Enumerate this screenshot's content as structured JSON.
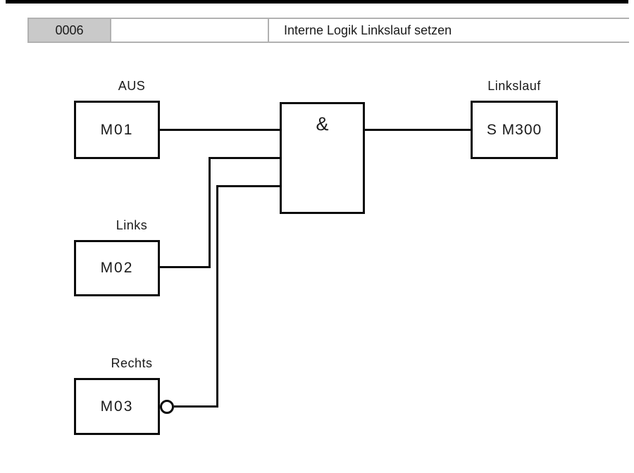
{
  "header": {
    "number": "0006",
    "comment": "",
    "title": "Interne Logik Linkslauf setzen"
  },
  "diagram": {
    "gate": {
      "type": "AND",
      "symbol": "&"
    },
    "inputs": [
      {
        "label": "AUS",
        "operand": "M01",
        "negated": false
      },
      {
        "label": "Links",
        "operand": "M02",
        "negated": false
      },
      {
        "label": "Rechts",
        "operand": "M03",
        "negated": true
      }
    ],
    "output": {
      "label": "Linkslauf",
      "operand": "S M300"
    }
  },
  "colors": {
    "line": "#0c0c0c",
    "header_border": "#b1b1b1",
    "header_number_bg": "#c9c9c9",
    "background": "#ffffff"
  }
}
